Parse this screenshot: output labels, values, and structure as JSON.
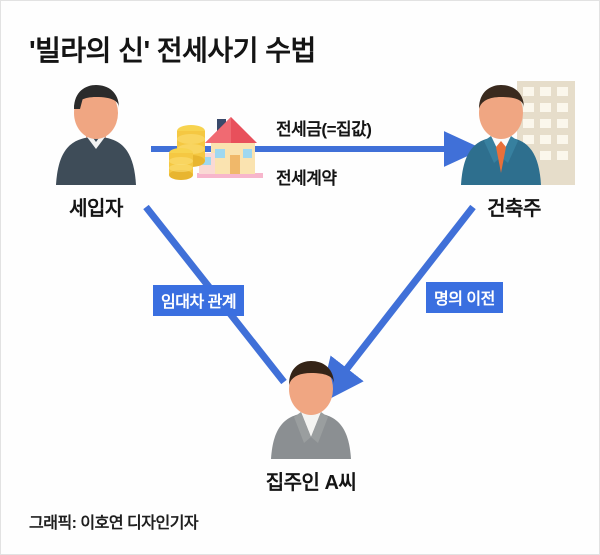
{
  "title": "'빌라의 신' 전세사기 수법",
  "credit": "그래픽: 이호연 디자인기자",
  "nodes": {
    "tenant": {
      "label": "세입자",
      "role": "tenant",
      "outfit_color": "#3e4c58"
    },
    "builder": {
      "label": "건축주",
      "role": "building-owner",
      "outfit_color": "#2e6f8e",
      "tie_color": "#e8703a"
    },
    "landlord": {
      "label": "집주인 A씨",
      "role": "landlord",
      "outfit_color": "#8b8f92"
    }
  },
  "edges": {
    "deposit": {
      "label": "전세금(=집값)",
      "from": "tenant",
      "to": "builder",
      "style": "text"
    },
    "contract": {
      "label": "전세계약",
      "from": "tenant",
      "to": "builder",
      "style": "text"
    },
    "lease": {
      "label": "임대차 관계",
      "from": "tenant",
      "to": "landlord",
      "style": "badge"
    },
    "transfer": {
      "label": "명의 이전",
      "from": "builder",
      "to": "landlord",
      "style": "badge"
    }
  },
  "icons": {
    "money_house": "money-house-icon",
    "building": "apartment-building-icon"
  },
  "colors": {
    "arrow_blue": "#4070d8",
    "badge_blue": "#3a6fe0",
    "badge_text": "#ffffff",
    "title_text": "#141414",
    "background": "#fefefe",
    "house_roof": "#e8505b",
    "house_wall": "#fae3b0",
    "coin_gold": "#f5c842"
  }
}
